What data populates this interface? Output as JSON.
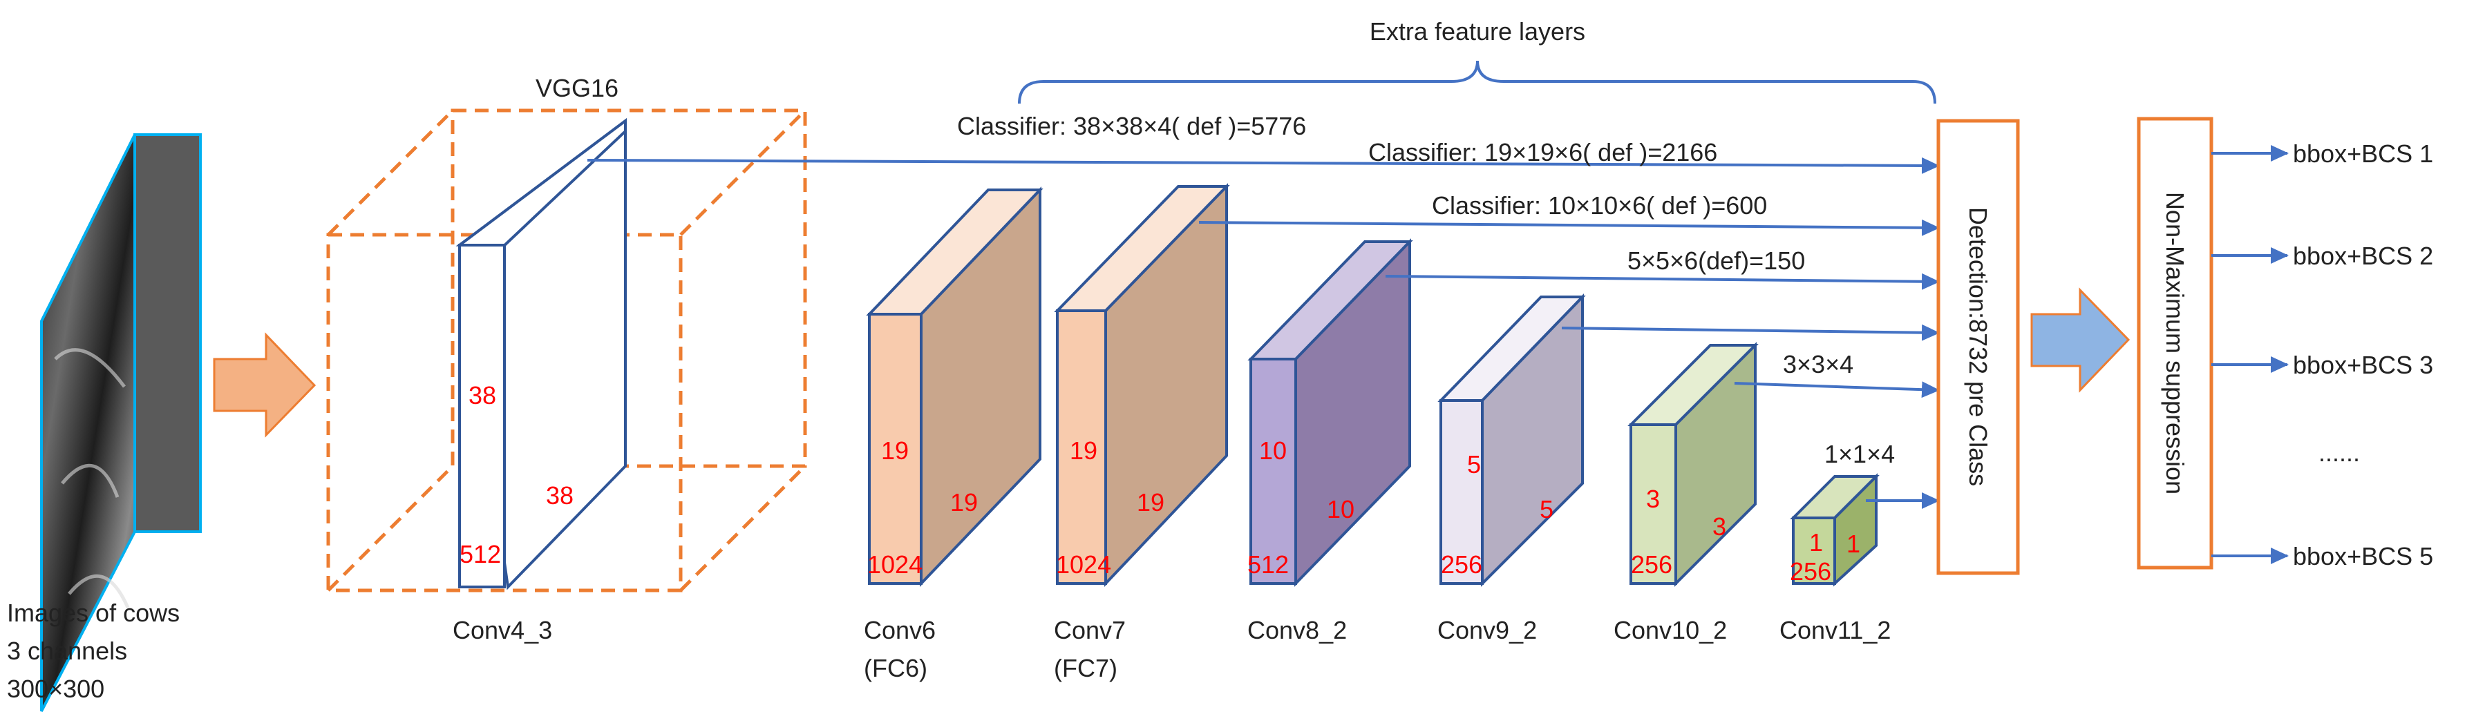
{
  "header": {
    "extra_feature_layers": "Extra feature layers",
    "vgg16": "VGG16"
  },
  "input": {
    "line1": "Images of cows",
    "line2": "3 channels",
    "line3": "300×300"
  },
  "conv4_3": {
    "label": "Conv4_3",
    "height": "38",
    "width": "38",
    "depth": "512"
  },
  "layers": [
    {
      "label1": "Conv6",
      "label2": "(FC6)",
      "height": "19",
      "width": "19",
      "depth": "1024"
    },
    {
      "label1": "Conv7",
      "label2": "(FC7)",
      "height": "19",
      "width": "19",
      "depth": "1024"
    },
    {
      "label1": "Conv8_2",
      "label2": "",
      "height": "10",
      "width": "10",
      "depth": "512"
    },
    {
      "label1": "Conv9_2",
      "label2": "",
      "height": "5",
      "width": "5",
      "depth": "256"
    },
    {
      "label1": "Conv10_2",
      "label2": "",
      "height": "3",
      "width": "3",
      "depth": "256"
    },
    {
      "label1": "Conv11_2",
      "label2": "",
      "height": "1",
      "width": "1",
      "depth": "256"
    }
  ],
  "classifiers": [
    "Classifier: 38×38×4( def )=5776",
    "Classifier: 19×19×6( def )=2166",
    "Classifier: 10×10×6( def )=600",
    "5×5×6(def)=150",
    "3×3×4",
    "1×1×4"
  ],
  "detection": "Detection:8732 pre Class",
  "nms": "Non-Maximum suppression",
  "outputs": [
    "bbox+BCS 1",
    "bbox+BCS 2",
    "bbox+BCS 3",
    "......",
    "bbox+BCS 5"
  ],
  "colors": {
    "line_blue": "#4472c4",
    "box_orange": "#ed7d31",
    "arrow_orange": "#f4b183",
    "arrow_blue": "#8eb4e3",
    "dim_red": "#ff0000",
    "conv67_front": "#f8cbad",
    "conv67_side": "#c9a68c",
    "conv8_front": "#b4a7d6",
    "conv8_side": "#8e7ca8",
    "conv9_front": "#ebe6f2",
    "conv9_side": "#b5aec2",
    "conv10_front": "#d8e4bc",
    "conv10_side": "#a9b98c",
    "conv11_front": "#c4d79b",
    "conv11_side": "#9bb26a"
  }
}
